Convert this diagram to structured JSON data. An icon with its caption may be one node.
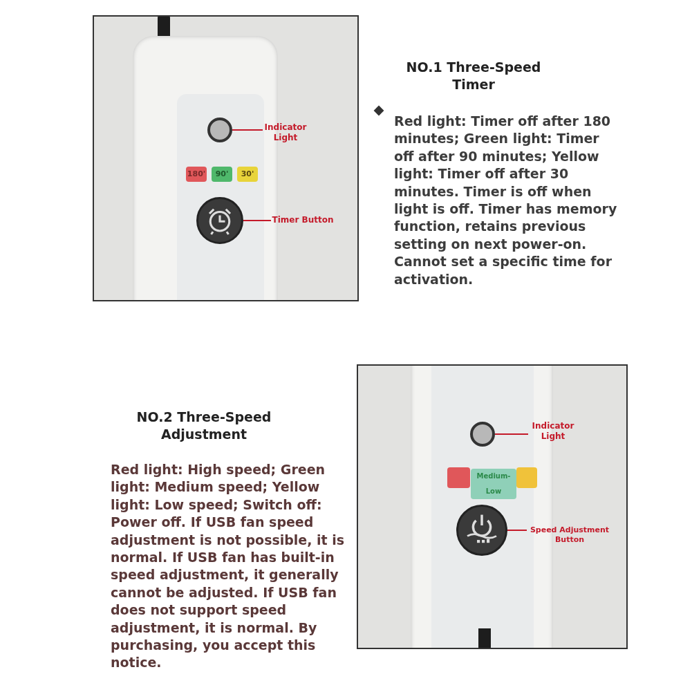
{
  "diagram": {
    "nodes": [
      {
        "text": [
          "Indicator Light"
        ]
      },
      {
        "text": [],
        "shape": "circle"
      },
      {
        "text": [
          "Timer Button"
        ]
      },
      {
        "text": [],
        "shape": "circle"
      },
      {
        "text": [
          "Indicator Light"
        ]
      },
      {
        "text": [],
        "shape": "circle"
      },
      {
        "text": [
          "Speed Adjustment Button"
        ]
      },
      {
        "text": [],
        "shape": "circle"
      }
    ],
    "edges": [
      {
        "from": 0,
        "to": 1,
        "arrow": "none"
      },
      {
        "from": 2,
        "to": 3,
        "arrow": "none"
      },
      {
        "from": 4,
        "to": 5,
        "arrow": "none"
      },
      {
        "from": 6,
        "to": 7,
        "arrow": "none"
      }
    ],
    "labels": [
      "NO.1 Three-Speed Timer",
      "Red light: Timer off after 180 minutes; Green light: Timer off after 90 minutes; Yellow light: Timer off after 30 minutes. Timer is off when light is off. Timer has memory function, retains previous setting on next power-on. Cannot set a specific time for activation.",
      "180'",
      "90'",
      "30'",
      "NO.2 Three-Speed Adjustment",
      "Red light: High speed; Green light: Medium speed; Yellow light: Low speed; Switch off: Power off. If USB fan speed adjustment is not possible, it is normal. If USB fan has built-in speed adjustment, it generally cannot be adjusted. If USB fan does not support speed adjustment, it is normal. By purchasing, you accept this notice.",
      "Medium-Low"
    ]
  }
}
